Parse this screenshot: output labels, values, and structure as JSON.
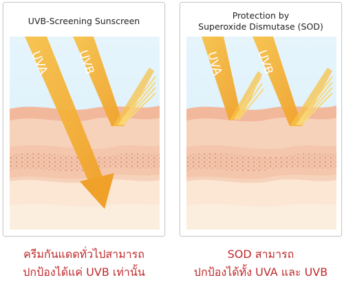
{
  "left_panel": {
    "title": "UVB-Screening Sunscreen",
    "uva_label": "UVA",
    "uvb_label": "UVB",
    "caption_line1": "ครีมกันแดดทั่วไปสามารถ",
    "caption_line2": "ปกป้องได้แค่ UVB เท่านั้น"
  },
  "right_panel": {
    "title_line1": "Protection by",
    "title_line2": "Superoxide Dismutase (SOD)",
    "uva_label": "UVA",
    "uvb_label": "UVB",
    "caption_line1": "SOD สามารถ",
    "caption_line2": "ปกป้องได้ทั้ง UVA และ UVB"
  },
  "colors": {
    "sky": "#dff1fb",
    "skin_top": "#f2b89c",
    "skin_mid": "#f7d2bb",
    "dermis": "#f4c7ad",
    "fat": "#fbe7d3",
    "ray": "#f5b531",
    "caption": "#c0282a"
  }
}
